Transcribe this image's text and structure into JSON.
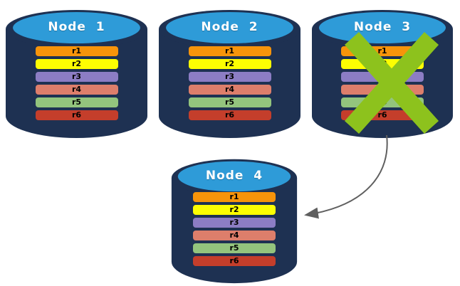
{
  "diagram": {
    "description": "Database replication nodes with failed node and failover arrow",
    "background": "#ffffff",
    "colors": {
      "cylinder_body": "#1e3152",
      "cylinder_top": "#2e9bd8",
      "node_label_text": "#ffffff",
      "row_label_text": "#000000",
      "failure_x": "#8dc21d",
      "arrow": "#5f5f5f"
    },
    "nodes": [
      {
        "id": "node-1",
        "label": "Node  1",
        "failed": false,
        "rows": [
          {
            "label": "r1",
            "color": "#f7940a"
          },
          {
            "label": "r2",
            "color": "#fdfe02"
          },
          {
            "label": "r3",
            "color": "#8c7dc4"
          },
          {
            "label": "r4",
            "color": "#dd7e6b"
          },
          {
            "label": "r5",
            "color": "#93c47d"
          },
          {
            "label": "r6",
            "color": "#c43e2b"
          }
        ]
      },
      {
        "id": "node-2",
        "label": "Node  2",
        "failed": false,
        "rows": [
          {
            "label": "r1",
            "color": "#f7940a"
          },
          {
            "label": "r2",
            "color": "#fdfe02"
          },
          {
            "label": "r3",
            "color": "#8c7dc4"
          },
          {
            "label": "r4",
            "color": "#dd7e6b"
          },
          {
            "label": "r5",
            "color": "#93c47d"
          },
          {
            "label": "r6",
            "color": "#c43e2b"
          }
        ]
      },
      {
        "id": "node-3",
        "label": "Node  3",
        "failed": true,
        "rows": [
          {
            "label": "r1",
            "color": "#f7940a"
          },
          {
            "label": "r2",
            "color": "#fdfe02"
          },
          {
            "label": "r3",
            "color": "#8c7dc4"
          },
          {
            "label": "r4",
            "color": "#dd7e6b"
          },
          {
            "label": "r5",
            "color": "#93c47d"
          },
          {
            "label": "r6",
            "color": "#c43e2b"
          }
        ]
      },
      {
        "id": "node-4",
        "label": "Node  4",
        "failed": false,
        "rows": [
          {
            "label": "r1",
            "color": "#f7940a"
          },
          {
            "label": "r2",
            "color": "#fdfe02"
          },
          {
            "label": "r3",
            "color": "#8c7dc4"
          },
          {
            "label": "r4",
            "color": "#dd7e6b"
          },
          {
            "label": "r5",
            "color": "#93c47d"
          },
          {
            "label": "r6",
            "color": "#c43e2b"
          }
        ]
      }
    ],
    "arrow": {
      "from": "node-3",
      "to": "node-4"
    }
  }
}
